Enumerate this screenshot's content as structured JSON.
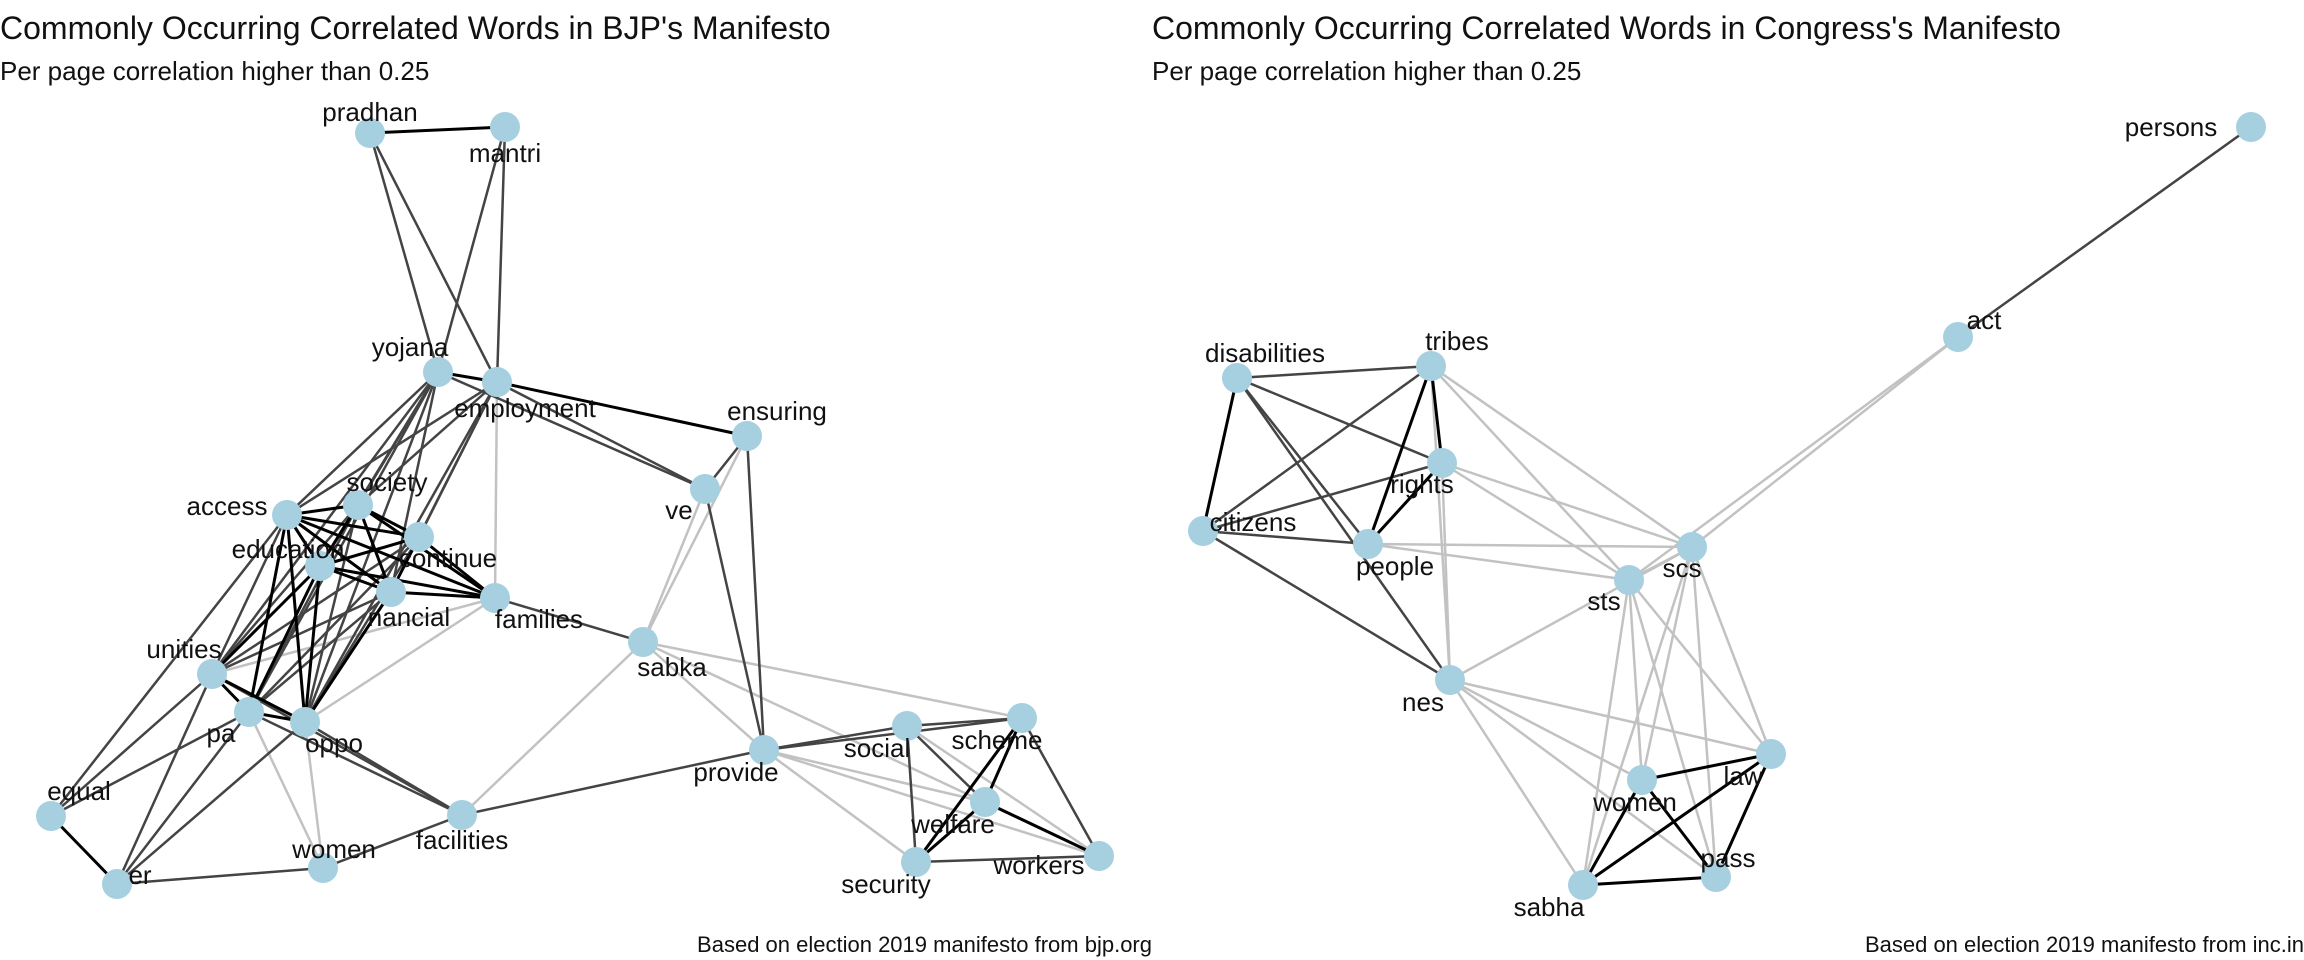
{
  "colors": {
    "node": "#a6d0e0",
    "edge_strong": "#000000",
    "edge_medium": "#444444",
    "edge_weak": "#c2c2c2"
  },
  "panels": [
    {
      "id": "bjp",
      "title": "Commonly Occurring Correlated Words in BJP's Manifesto",
      "subtitle": "Per page correlation higher than 0.25",
      "caption": "Based on election 2019 manifesto from bjp.org",
      "nodes": [
        "pradhan",
        "mantri",
        "yojana",
        "employment",
        "ensuring",
        "ve",
        "access",
        "society",
        "education",
        "continue",
        "nancial",
        "families",
        "sabka",
        "unities",
        "pa",
        "oppo",
        "equal",
        "er",
        "women",
        "facilities",
        "provide",
        "social",
        "scheme",
        "welfare",
        "security",
        "workers"
      ],
      "edges": [
        [
          "pradhan",
          "mantri",
          "strong"
        ],
        [
          "pradhan",
          "yojana",
          "medium"
        ],
        [
          "pradhan",
          "employment",
          "medium"
        ],
        [
          "mantri",
          "yojana",
          "medium"
        ],
        [
          "mantri",
          "employment",
          "medium"
        ],
        [
          "yojana",
          "employment",
          "strong"
        ],
        [
          "yojana",
          "ve",
          "medium"
        ],
        [
          "yojana",
          "access",
          "medium"
        ],
        [
          "yojana",
          "society",
          "medium"
        ],
        [
          "yojana",
          "education",
          "medium"
        ],
        [
          "yojana",
          "nancial",
          "medium"
        ],
        [
          "yojana",
          "unities",
          "medium"
        ],
        [
          "yojana",
          "pa",
          "medium"
        ],
        [
          "yojana",
          "oppo",
          "medium"
        ],
        [
          "employment",
          "ensuring",
          "strong"
        ],
        [
          "employment",
          "ve",
          "medium"
        ],
        [
          "employment",
          "access",
          "medium"
        ],
        [
          "employment",
          "society",
          "medium"
        ],
        [
          "employment",
          "continue",
          "medium"
        ],
        [
          "employment",
          "nancial",
          "medium"
        ],
        [
          "employment",
          "families",
          "weak"
        ],
        [
          "employment",
          "oppo",
          "medium"
        ],
        [
          "ensuring",
          "ve",
          "medium"
        ],
        [
          "ensuring",
          "provide",
          "medium"
        ],
        [
          "ve",
          "provide",
          "medium"
        ],
        [
          "ve",
          "sabka",
          "weak"
        ],
        [
          "ensuring",
          "sabka",
          "weak"
        ],
        [
          "access",
          "society",
          "strong"
        ],
        [
          "access",
          "education",
          "strong"
        ],
        [
          "access",
          "continue",
          "strong"
        ],
        [
          "access",
          "nancial",
          "strong"
        ],
        [
          "access",
          "families",
          "strong"
        ],
        [
          "access",
          "unities",
          "medium"
        ],
        [
          "access",
          "pa",
          "strong"
        ],
        [
          "access",
          "oppo",
          "strong"
        ],
        [
          "access",
          "equal",
          "medium"
        ],
        [
          "society",
          "education",
          "strong"
        ],
        [
          "society",
          "continue",
          "strong"
        ],
        [
          "society",
          "nancial",
          "strong"
        ],
        [
          "society",
          "families",
          "strong"
        ],
        [
          "society",
          "unities",
          "medium"
        ],
        [
          "society",
          "pa",
          "medium"
        ],
        [
          "society",
          "oppo",
          "medium"
        ],
        [
          "education",
          "continue",
          "strong"
        ],
        [
          "education",
          "nancial",
          "strong"
        ],
        [
          "education",
          "families",
          "strong"
        ],
        [
          "education",
          "unities",
          "strong"
        ],
        [
          "education",
          "pa",
          "strong"
        ],
        [
          "education",
          "oppo",
          "strong"
        ],
        [
          "continue",
          "nancial",
          "strong"
        ],
        [
          "continue",
          "families",
          "strong"
        ],
        [
          "continue",
          "unities",
          "medium"
        ],
        [
          "continue",
          "pa",
          "medium"
        ],
        [
          "continue",
          "oppo",
          "medium"
        ],
        [
          "nancial",
          "families",
          "strong"
        ],
        [
          "nancial",
          "unities",
          "medium"
        ],
        [
          "nancial",
          "pa",
          "medium"
        ],
        [
          "nancial",
          "oppo",
          "strong"
        ],
        [
          "families",
          "sabka",
          "medium"
        ],
        [
          "families",
          "unities",
          "weak"
        ],
        [
          "families",
          "oppo",
          "weak"
        ],
        [
          "unities",
          "pa",
          "strong"
        ],
        [
          "unities",
          "oppo",
          "strong"
        ],
        [
          "unities",
          "equal",
          "medium"
        ],
        [
          "unities",
          "er",
          "medium"
        ],
        [
          "unities",
          "facilities",
          "medium"
        ],
        [
          "pa",
          "oppo",
          "strong"
        ],
        [
          "pa",
          "equal",
          "medium"
        ],
        [
          "pa",
          "er",
          "medium"
        ],
        [
          "pa",
          "women",
          "weak"
        ],
        [
          "pa",
          "facilities",
          "medium"
        ],
        [
          "oppo",
          "er",
          "medium"
        ],
        [
          "oppo",
          "women",
          "weak"
        ],
        [
          "oppo",
          "facilities",
          "medium"
        ],
        [
          "equal",
          "er",
          "strong"
        ],
        [
          "er",
          "women",
          "medium"
        ],
        [
          "women",
          "facilities",
          "medium"
        ],
        [
          "facilities",
          "provide",
          "medium"
        ],
        [
          "facilities",
          "sabka",
          "weak"
        ],
        [
          "sabka",
          "provide",
          "weak"
        ],
        [
          "sabka",
          "scheme",
          "weak"
        ],
        [
          "sabka",
          "workers",
          "weak"
        ],
        [
          "provide",
          "social",
          "medium"
        ],
        [
          "provide",
          "scheme",
          "medium"
        ],
        [
          "provide",
          "welfare",
          "weak"
        ],
        [
          "provide",
          "security",
          "weak"
        ],
        [
          "provide",
          "workers",
          "weak"
        ],
        [
          "social",
          "scheme",
          "medium"
        ],
        [
          "social",
          "welfare",
          "medium"
        ],
        [
          "social",
          "security",
          "medium"
        ],
        [
          "social",
          "workers",
          "weak"
        ],
        [
          "scheme",
          "welfare",
          "strong"
        ],
        [
          "scheme",
          "security",
          "strong"
        ],
        [
          "scheme",
          "workers",
          "medium"
        ],
        [
          "welfare",
          "security",
          "strong"
        ],
        [
          "welfare",
          "workers",
          "strong"
        ],
        [
          "security",
          "workers",
          "medium"
        ]
      ]
    },
    {
      "id": "congress",
      "title": "Commonly Occurring Correlated Words in Congress's Manifesto",
      "subtitle": "Per page correlation higher than 0.25",
      "caption": "Based on election 2019 manifesto from inc.in",
      "nodes": [
        "persons",
        "act",
        "disabilities",
        "tribes",
        "rights",
        "citizens",
        "people",
        "scs",
        "sts",
        "nes",
        "law",
        "women",
        "pass",
        "sabha"
      ],
      "edges": [
        [
          "persons",
          "act",
          "medium"
        ],
        [
          "act",
          "scs",
          "weak"
        ],
        [
          "act",
          "sts",
          "weak"
        ],
        [
          "disabilities",
          "tribes",
          "medium"
        ],
        [
          "disabilities",
          "citizens",
          "strong"
        ],
        [
          "disabilities",
          "people",
          "medium"
        ],
        [
          "disabilities",
          "rights",
          "medium"
        ],
        [
          "disabilities",
          "nes",
          "medium"
        ],
        [
          "tribes",
          "rights",
          "strong"
        ],
        [
          "tribes",
          "people",
          "strong"
        ],
        [
          "tribes",
          "citizens",
          "medium"
        ],
        [
          "tribes",
          "nes",
          "weak"
        ],
        [
          "tribes",
          "scs",
          "weak"
        ],
        [
          "tribes",
          "sts",
          "weak"
        ],
        [
          "rights",
          "people",
          "strong"
        ],
        [
          "rights",
          "citizens",
          "medium"
        ],
        [
          "rights",
          "nes",
          "weak"
        ],
        [
          "rights",
          "scs",
          "weak"
        ],
        [
          "rights",
          "sts",
          "weak"
        ],
        [
          "citizens",
          "people",
          "medium"
        ],
        [
          "citizens",
          "nes",
          "medium"
        ],
        [
          "people",
          "scs",
          "weak"
        ],
        [
          "people",
          "sts",
          "weak"
        ],
        [
          "scs",
          "sts",
          "weak"
        ],
        [
          "scs",
          "nes",
          "weak"
        ],
        [
          "scs",
          "law",
          "weak"
        ],
        [
          "scs",
          "women",
          "weak"
        ],
        [
          "scs",
          "pass",
          "weak"
        ],
        [
          "scs",
          "sabha",
          "weak"
        ],
        [
          "sts",
          "law",
          "weak"
        ],
        [
          "sts",
          "women",
          "weak"
        ],
        [
          "sts",
          "pass",
          "weak"
        ],
        [
          "sts",
          "sabha",
          "weak"
        ],
        [
          "nes",
          "law",
          "weak"
        ],
        [
          "nes",
          "women",
          "weak"
        ],
        [
          "nes",
          "pass",
          "weak"
        ],
        [
          "nes",
          "sabha",
          "weak"
        ],
        [
          "law",
          "women",
          "strong"
        ],
        [
          "law",
          "pass",
          "strong"
        ],
        [
          "law",
          "sabha",
          "strong"
        ],
        [
          "women",
          "pass",
          "strong"
        ],
        [
          "women",
          "sabha",
          "strong"
        ],
        [
          "pass",
          "sabha",
          "strong"
        ]
      ]
    }
  ]
}
